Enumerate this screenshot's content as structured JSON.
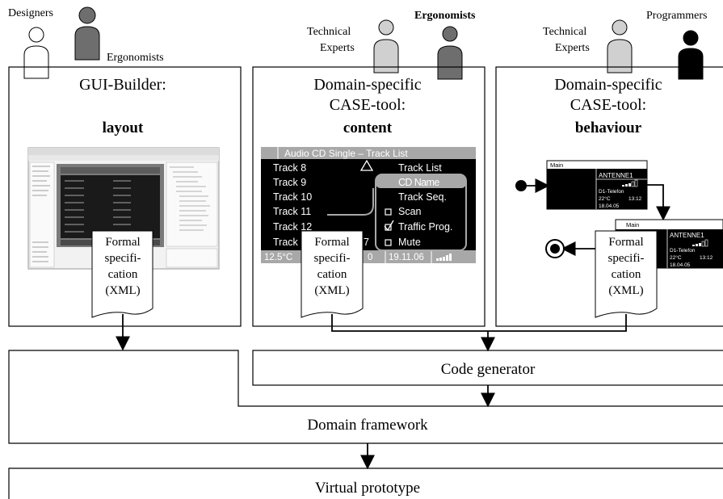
{
  "roles": {
    "designers": "Designers",
    "ergonomists_left": "Ergonomists",
    "tech_experts_mid_1": "Technical",
    "tech_experts_mid_2": "Experts",
    "ergonomists_mid": "Ergonomists",
    "tech_experts_right_1": "Technical",
    "tech_experts_right_2": "Experts",
    "programmers": "Programmers"
  },
  "panels": {
    "gui": {
      "line1": "GUI-Builder:",
      "line2": "layout"
    },
    "content": {
      "line1": "Domain-specific",
      "line2": "CASE-tool:",
      "line3": "content"
    },
    "behaviour": {
      "line1": "Domain-specific",
      "line2": "CASE-tool:",
      "line3": "behaviour"
    }
  },
  "formal_spec": {
    "line1": "Formal",
    "line2": "specifi-",
    "line3": "cation",
    "line4": "(XML)"
  },
  "track_screen": {
    "header": "Audio CD Single – Track List",
    "tracks": [
      "Track 8",
      "Track 9",
      "Track 10",
      "Track 11",
      "Track 12",
      "Track 1"
    ],
    "menu": [
      "Track List",
      "CD Name",
      "Track Seq.",
      "Scan",
      "Traffic Prog.",
      "Mute"
    ],
    "partial_digit": "7",
    "temperature": "12.5°C",
    "date": "19.11.06",
    "zero": "0"
  },
  "state_screen": {
    "title": "Main",
    "antenna": "ANTENNE1",
    "phone": "D1-Telefon",
    "temp": "22°C",
    "time": "13:12",
    "date": "18.04.05"
  },
  "boxes": {
    "code_generator": "Code generator",
    "domain_framework": "Domain framework",
    "virtual_prototype": "Virtual prototype"
  },
  "colors": {
    "light_person": "#d0d0d0",
    "dark_person": "#6e6e6e",
    "black_person": "#000000",
    "screen_bg": "#000000",
    "screen_header": "#a8a8a8"
  }
}
